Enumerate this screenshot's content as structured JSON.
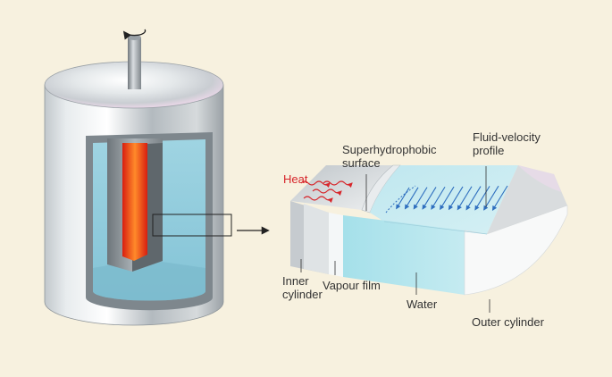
{
  "labels": {
    "superhydrophobic_line1": "Superhydrophobic",
    "superhydrophobic_line2": "surface",
    "fluid_velocity_line1": "Fluid-velocity",
    "fluid_velocity_line2": "profile",
    "heat": "Heat",
    "inner_cylinder_line1": "Inner",
    "inner_cylinder_line2": "cylinder",
    "vapour_film": "Vapour film",
    "water": "Water",
    "outer_cylinder": "Outer cylinder"
  },
  "colors": {
    "background": "#f7f1df",
    "heat_text": "#d7262b",
    "water": "#a9dbe6",
    "heater_core": "#ff5a1f",
    "velocity_arrows": "#2f6fbf",
    "label_text": "#333333"
  },
  "icons": {
    "rotation": "rotation-arrow-icon",
    "heat_waves": "wavy-heat-arrow-icon",
    "zoom_arrow": "zoom-arrow-icon"
  },
  "velocity_profile": {
    "arrow_count": 12
  }
}
